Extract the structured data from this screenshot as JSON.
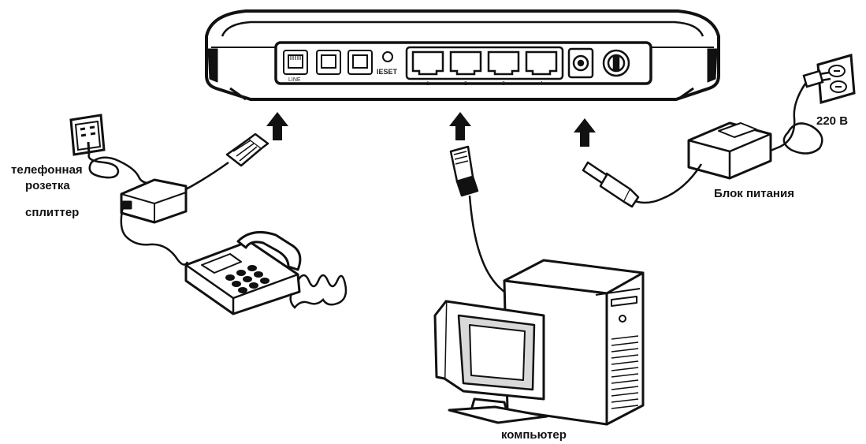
{
  "labels": {
    "phone_socket_line1": "телефонная",
    "phone_socket_line2": "розетка",
    "splitter": "сплиттер",
    "voltage": "220 В",
    "power_supply": "Блок питания",
    "computer": "компьютер"
  },
  "router_ports": {
    "line": "LINE",
    "reset": "IESET",
    "lan": [
      "1",
      "2",
      "3",
      "4"
    ]
  },
  "colors": {
    "ink": "#111111",
    "background": "#ffffff",
    "screen_shade": "#d9d9d9"
  }
}
